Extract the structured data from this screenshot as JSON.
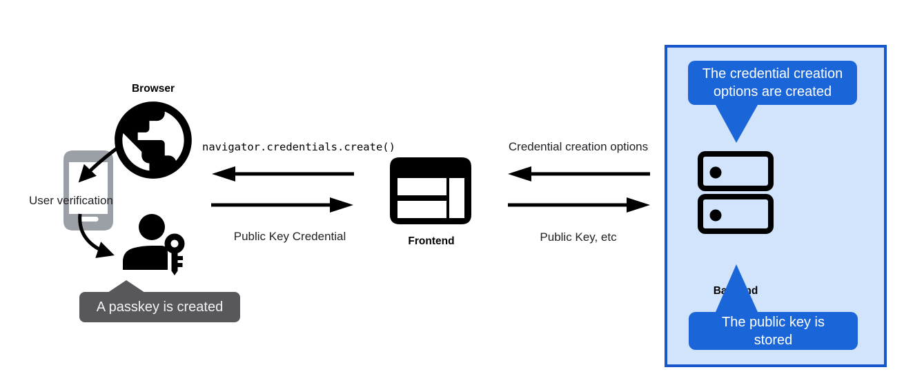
{
  "left_group": {
    "browser_label": "Browser",
    "user_verification_label": "User verification",
    "passkey_callout": "A passkey is created"
  },
  "frontend_group": {
    "api_call_label": "navigator.credentials.create()",
    "return_label": "Public Key Credential",
    "node_label": "Frontend"
  },
  "backend_group": {
    "request_label": "Credential creation options",
    "response_label": "Public Key, etc",
    "node_label": "Backend",
    "callout_top": "The credential creation options are created",
    "callout_bottom": "The public key is stored"
  },
  "colors": {
    "accent_blue": "#1a66d9",
    "panel_border_blue": "#1757c9",
    "panel_bg_blue": "#d2e3fc",
    "tooltip_gray": "#58585a",
    "phone_gray": "#9aa0a6",
    "ink": "#000000",
    "text_dark": "#202124"
  }
}
